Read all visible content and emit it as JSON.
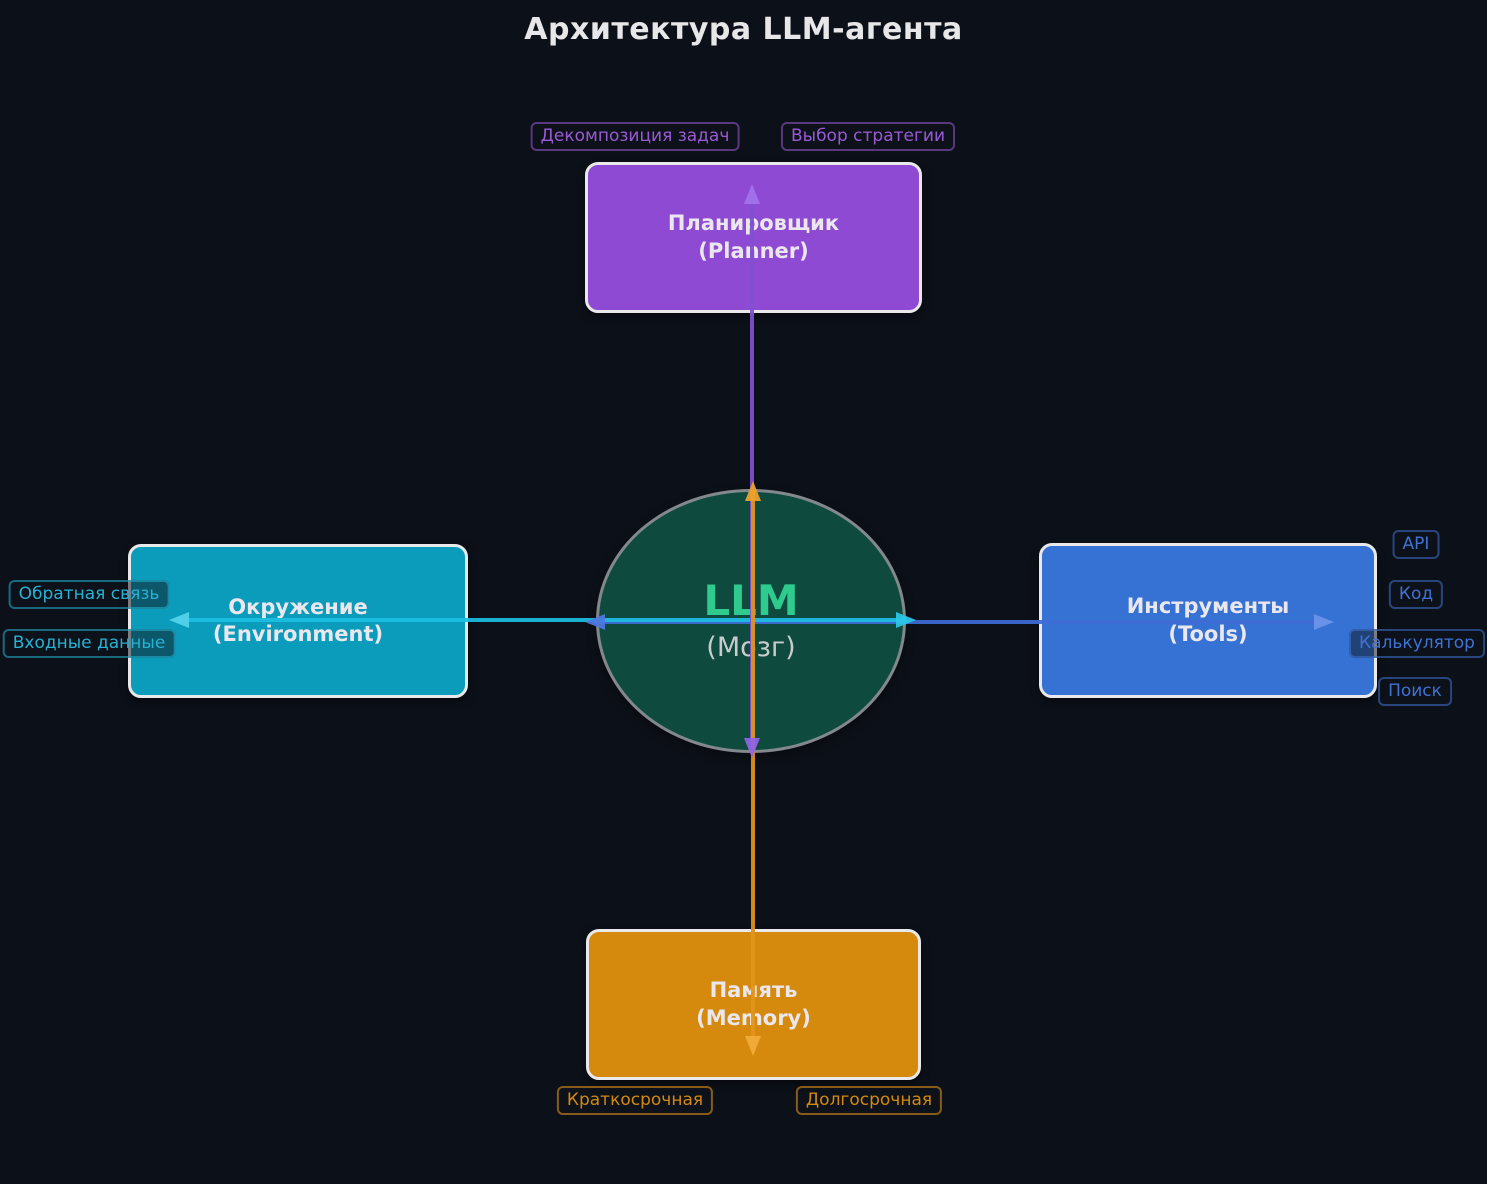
{
  "title": "Архитектура LLM-агента",
  "center": {
    "label": "LLM",
    "sublabel": "(Мозг)"
  },
  "nodes": {
    "planner": {
      "label": "Планировщик",
      "sublabel": "(Planner)",
      "color": "#8e4ad2",
      "arrow_color": "#8150d0",
      "tags": [
        "Декомпозиция задач",
        "Выбор стратегии"
      ]
    },
    "environment": {
      "label": "Окружение",
      "sublabel": "(Environment)",
      "color": "#0a9cba",
      "arrow_color": "#1cbfe2",
      "tags": [
        "Обратная связь",
        "Входные данные"
      ]
    },
    "tools": {
      "label": "Инструменты",
      "sublabel": "(Tools)",
      "color": "#3572d4",
      "arrow_color": "#3e6cd6",
      "tags": [
        "API",
        "Код",
        "Калькулятор",
        "Поиск"
      ]
    },
    "memory": {
      "label": "Память",
      "sublabel": "(Memory)",
      "color": "#d58a0d",
      "arrow_color": "#e2941c",
      "tags": [
        "Краткосрочная",
        "Долгосрочная"
      ]
    }
  },
  "colors": {
    "background": "#0c1018",
    "llm_fill": "#0e4b3e",
    "llm_text": "#2fcb8e",
    "box_border": "#e9e9ec"
  }
}
